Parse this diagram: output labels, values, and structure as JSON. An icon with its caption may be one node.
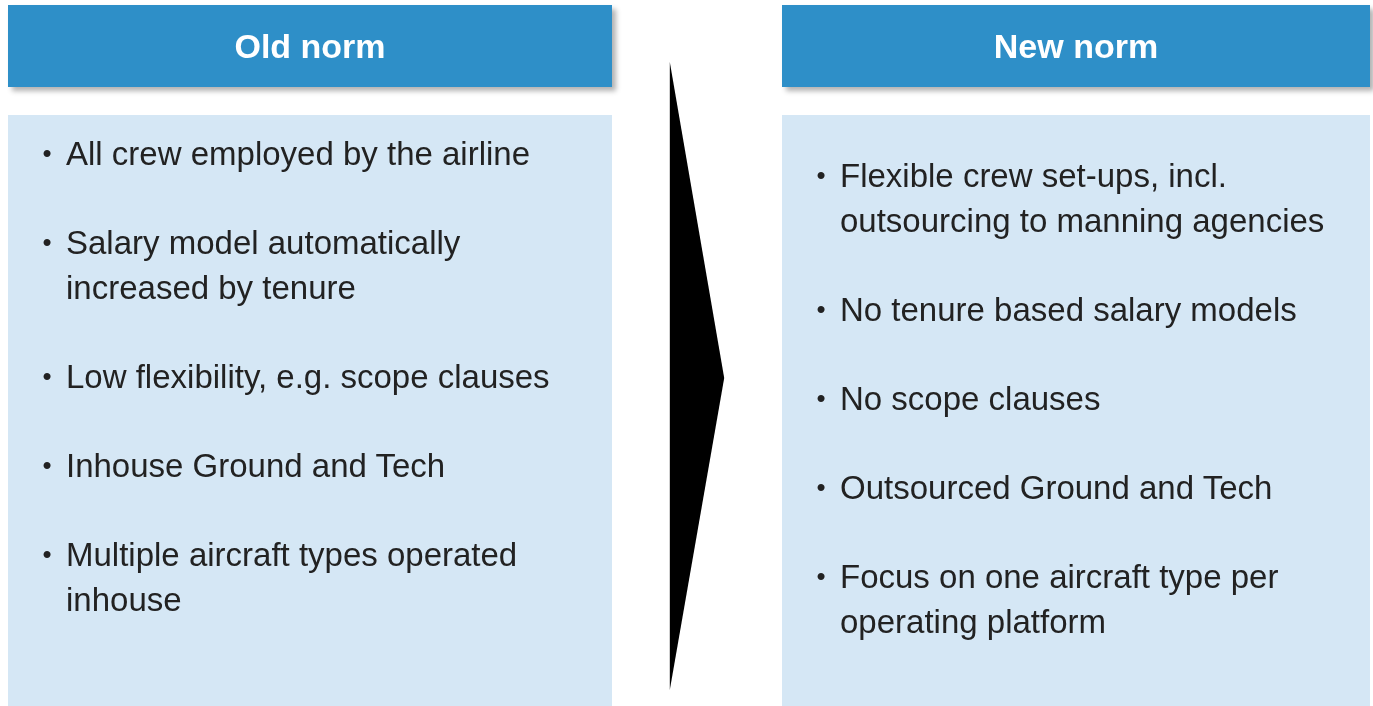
{
  "diagram": {
    "nodes": [
      {
        "text": [
          "Old norm"
        ]
      },
      {
        "text": [
          "• All crew employed by the airline",
          "• Salary model automatically increased by tenure",
          "• Low flexibility, e.g. scope clauses",
          "• Inhouse Ground and Tech",
          "• Multiple aircraft types operated inhouse"
        ]
      },
      {
        "text": [
          "New norm"
        ]
      },
      {
        "text": [
          "• Flexible crew set-ups, incl. outsourcing to manning agencies",
          "• No tenure based salary models",
          "• No scope clauses",
          "• Outsourced Ground and Tech",
          "• Focus on one aircraft type per operating platform"
        ]
      }
    ],
    "edges": [
      {
        "from": 1,
        "to": 3,
        "arrow": "to"
      }
    ]
  }
}
